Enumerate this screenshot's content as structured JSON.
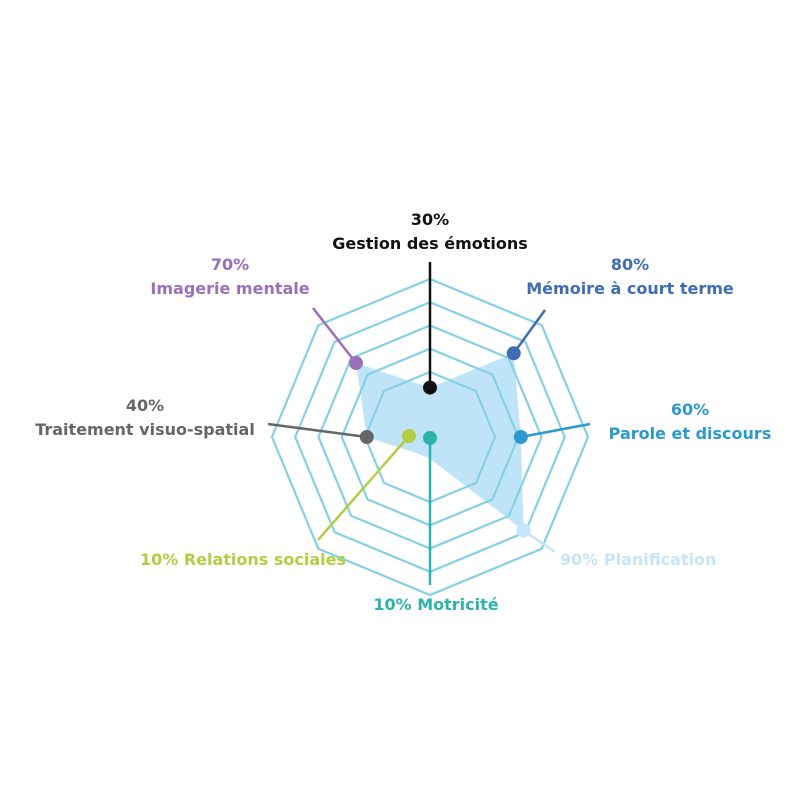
{
  "chart_data": {
    "type": "radar",
    "title": "",
    "axes": [
      {
        "label": "Gestion des émotions",
        "value_label": "30%",
        "value": 30,
        "color": "#111111"
      },
      {
        "label": "Mémoire à court terme",
        "value_label": "80%",
        "value": 80,
        "color": "#3f6db3"
      },
      {
        "label": "Parole et discours",
        "value_label": "60%",
        "value": 60,
        "color": "#2a9ad0"
      },
      {
        "label": "Planification",
        "value_label": "90%",
        "value": 90,
        "color": "#c6e5f6"
      },
      {
        "label": "Motricité",
        "value_label": "10%",
        "value": 10,
        "color": "#2bb3ae"
      },
      {
        "label": "Relations sociales",
        "value_label": "10%",
        "value": 10,
        "color": "#b3cd45"
      },
      {
        "label": "Traitement visuo-spatial",
        "value_label": "40%",
        "value": 40,
        "color": "#666666"
      },
      {
        "label": "Imagerie mentale",
        "value_label": "70%",
        "value": 70,
        "color": "#9a70b8"
      }
    ],
    "range": [
      0,
      100
    ],
    "rings": 5,
    "fill_color": "#bfe3f7",
    "grid_color": "#86d0e4"
  }
}
